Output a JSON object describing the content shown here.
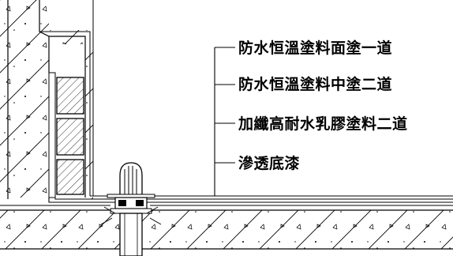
{
  "callout": {
    "layers": [
      "防水恒溫塗料面塗一道",
      "防水恒溫塗料中塗二道",
      "加纖高耐水乳膠塗料二道",
      "滲透底漆"
    ]
  },
  "colors": {
    "line": "#000000",
    "background": "#ffffff"
  }
}
